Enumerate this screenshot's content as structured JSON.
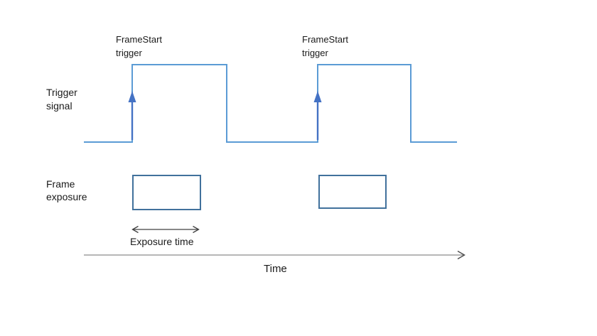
{
  "diagram": {
    "labels": {
      "frame_start_1": {
        "line1": "FrameStart",
        "line2": "trigger"
      },
      "frame_start_2": {
        "line1": "FrameStart",
        "line2": "trigger"
      },
      "trigger_signal": {
        "line1": "Trigger",
        "line2": "signal"
      },
      "frame_exposure": {
        "line1": "Frame",
        "line2": "exposure"
      },
      "exposure_time": "Exposure time",
      "time_axis": "Time"
    },
    "colors": {
      "waveform": "#5B9BD5",
      "trigger_arrow": "#4472C4",
      "exposure_box": "#41719C",
      "exposure_arrow": "#404040",
      "time_axis_line": "#8C8C8C",
      "time_axis_arrow": "#4D4D4D",
      "text": "#1A1A1A"
    }
  }
}
